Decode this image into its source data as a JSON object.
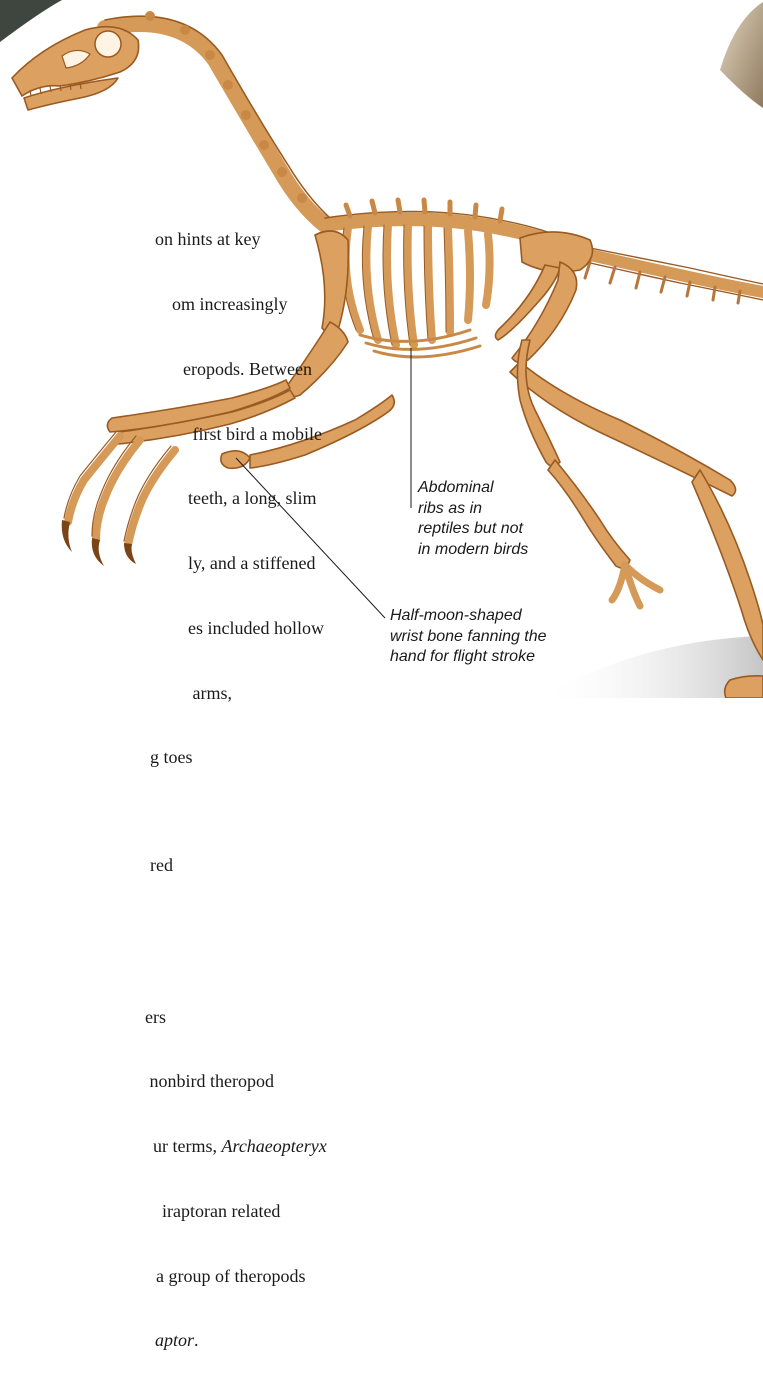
{
  "paragraph_lines": [
    "on hints at key",
    "om increasingly",
    "eropods. Between",
    " first bird a mobile",
    "teeth, a long, slim",
    "ly, and a stiffened",
    "es included hollow",
    " arms,",
    "g toes",
    "",
    "red",
    "",
    "",
    "ers",
    " nonbird theropod",
    "ur terms, ",
    "iraptoran related",
    "a group of theropods",
    "aptor."
  ],
  "italic_runs": {
    "archaeopteryx": "Archaeopteryx",
    "raptor_fragment": "aptor"
  },
  "annotations": {
    "abdominal_ribs": [
      "Abdominal",
      "ribs as in",
      "reptiles but not",
      "in modern birds"
    ],
    "wrist_bone": [
      "Half-moon-shaped",
      "wrist bone fanning the",
      "hand for flight stroke"
    ]
  },
  "colors": {
    "bone_fill": "#dca060",
    "bone_outline": "#9a5a22",
    "corner_dark": "#3f463f",
    "corner_light": "#cfc0a6",
    "leader_line": "#1a1a1a"
  }
}
